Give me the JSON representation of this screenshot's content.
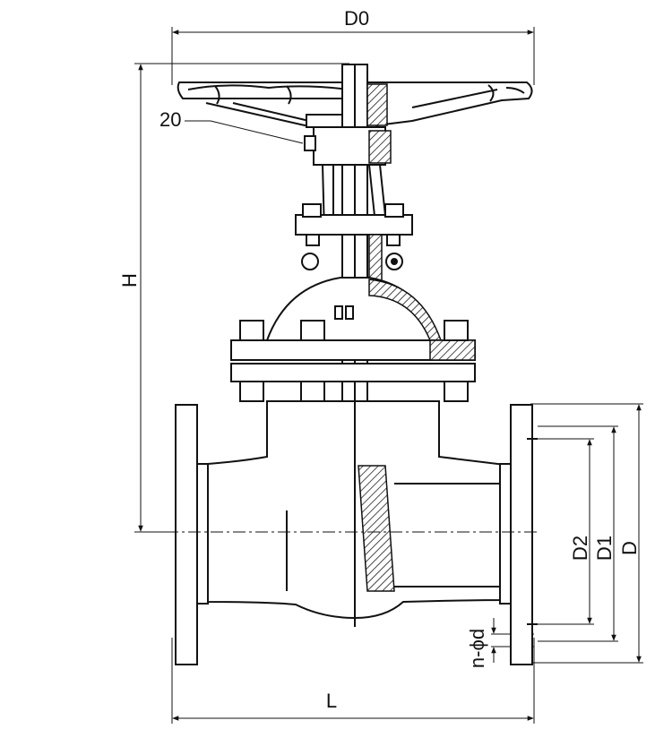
{
  "labels": {
    "d0": "D0",
    "h": "H",
    "l": "L",
    "d": "D",
    "d1": "D1",
    "d2": "D2",
    "bolt": "n-ϕd",
    "part_20": "20"
  }
}
